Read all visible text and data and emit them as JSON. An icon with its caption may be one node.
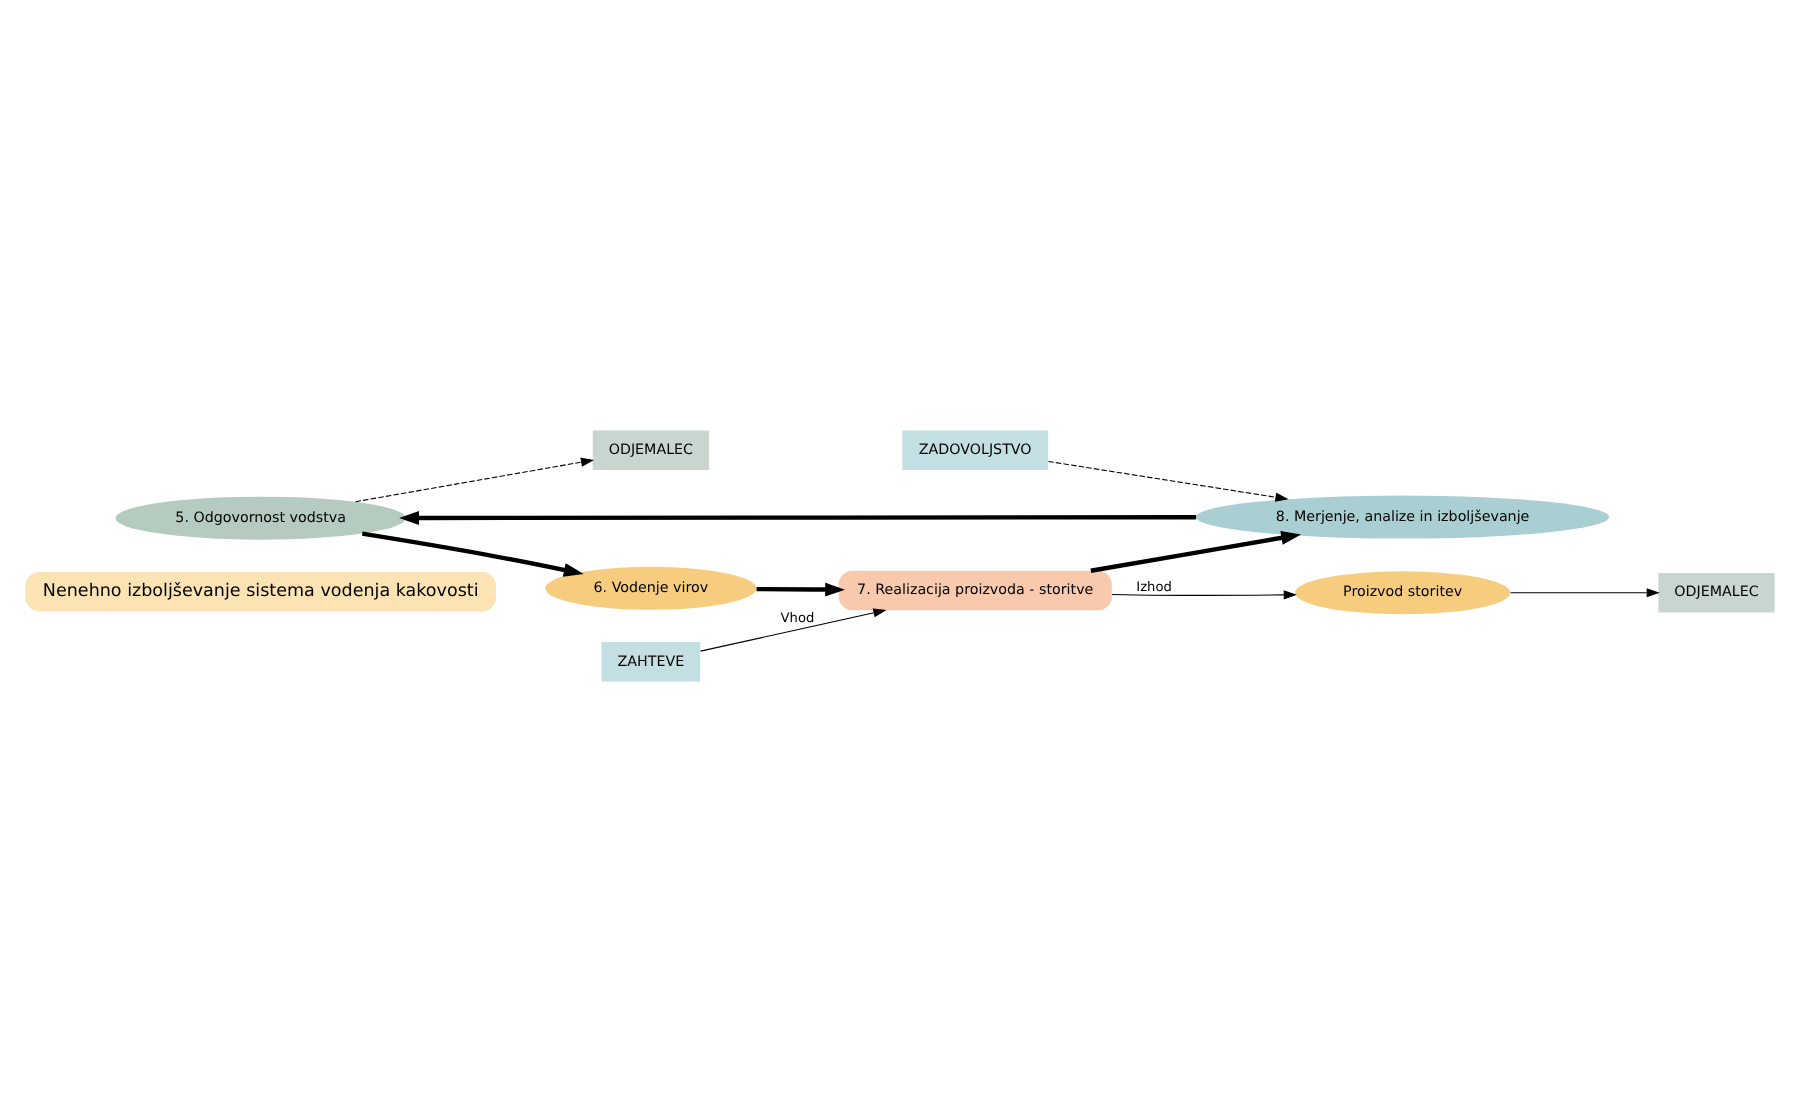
{
  "diagram": {
    "nodes": [
      {
        "text": [
          "Nenehno izboljševanje sistema vodenja kakovosti"
        ]
      },
      {
        "text": [
          "ODJEMALEC"
        ]
      },
      {
        "text": [
          "ZAHTEVE"
        ]
      },
      {
        "text": [
          "5. Odgovornost vodstva"
        ]
      },
      {
        "text": [
          "6. Vodenje virov"
        ]
      },
      {
        "text": [
          "7. Realizacija proizvoda - storitve"
        ]
      },
      {
        "text": [
          "8. Merjenje, analize in izboljševanje"
        ]
      },
      {
        "text": [
          "ZADOVOLJSTVO"
        ]
      },
      {
        "text": [
          "ODJEMALEC"
        ]
      },
      {
        "text": [
          "Proizvod storitev"
        ]
      }
    ],
    "edges": [
      {
        "from": 3,
        "to": 1,
        "arrow": "to",
        "style": "dashed"
      },
      {
        "from": 3,
        "to": 4,
        "arrow": "to",
        "style": "thick"
      },
      {
        "from": 4,
        "to": 5,
        "arrow": "to",
        "style": "thick"
      },
      {
        "from": 5,
        "to": 6,
        "arrow": "to",
        "style": "thick"
      },
      {
        "from": 6,
        "to": 3,
        "arrow": "to",
        "style": "thick"
      },
      {
        "from": 2,
        "to": 5,
        "arrow": "to",
        "label": "Vhod"
      },
      {
        "from": 5,
        "to": 9,
        "arrow": "to",
        "label": "Izhod"
      },
      {
        "from": 9,
        "to": 8,
        "arrow": "to"
      },
      {
        "from": 7,
        "to": 6,
        "arrow": "to",
        "style": "dashed"
      }
    ]
  }
}
